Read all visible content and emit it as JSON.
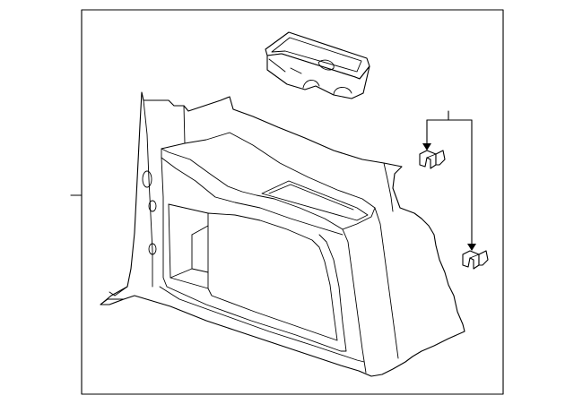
{
  "diagram": {
    "colors": {
      "background": "#ffffff",
      "line": "#000000"
    },
    "parts": [
      "frame",
      "callout-leader",
      "storage-tray",
      "quarter-trim-panel",
      "retainer-clip-upper",
      "retainer-clip-lower"
    ]
  }
}
